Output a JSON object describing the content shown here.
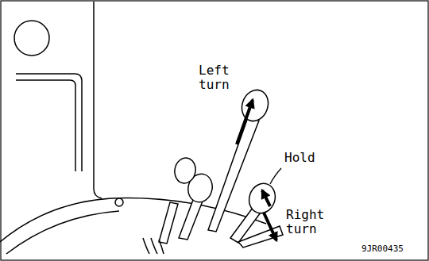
{
  "diagram": {
    "labels": [
      "Left turn",
      "Hold",
      "Right turn",
      "9JR00435"
    ]
  }
}
